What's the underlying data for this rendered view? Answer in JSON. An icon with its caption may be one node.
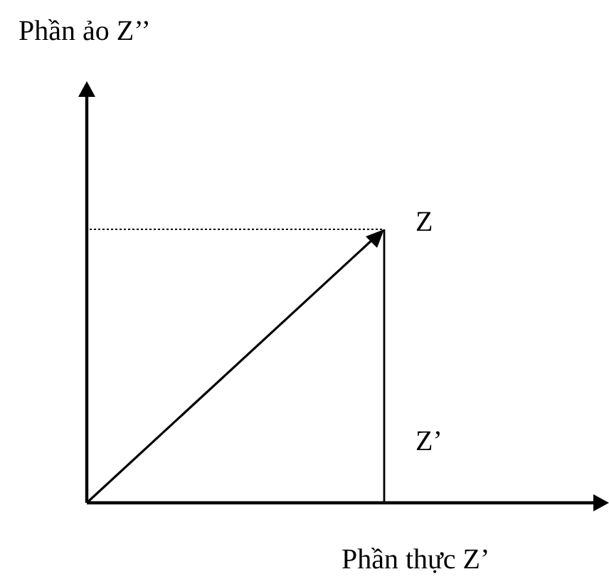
{
  "diagram": {
    "labels": [
      "Phần ảo Z’’",
      "Z",
      "Z’",
      "Phần thực Z’"
    ]
  }
}
